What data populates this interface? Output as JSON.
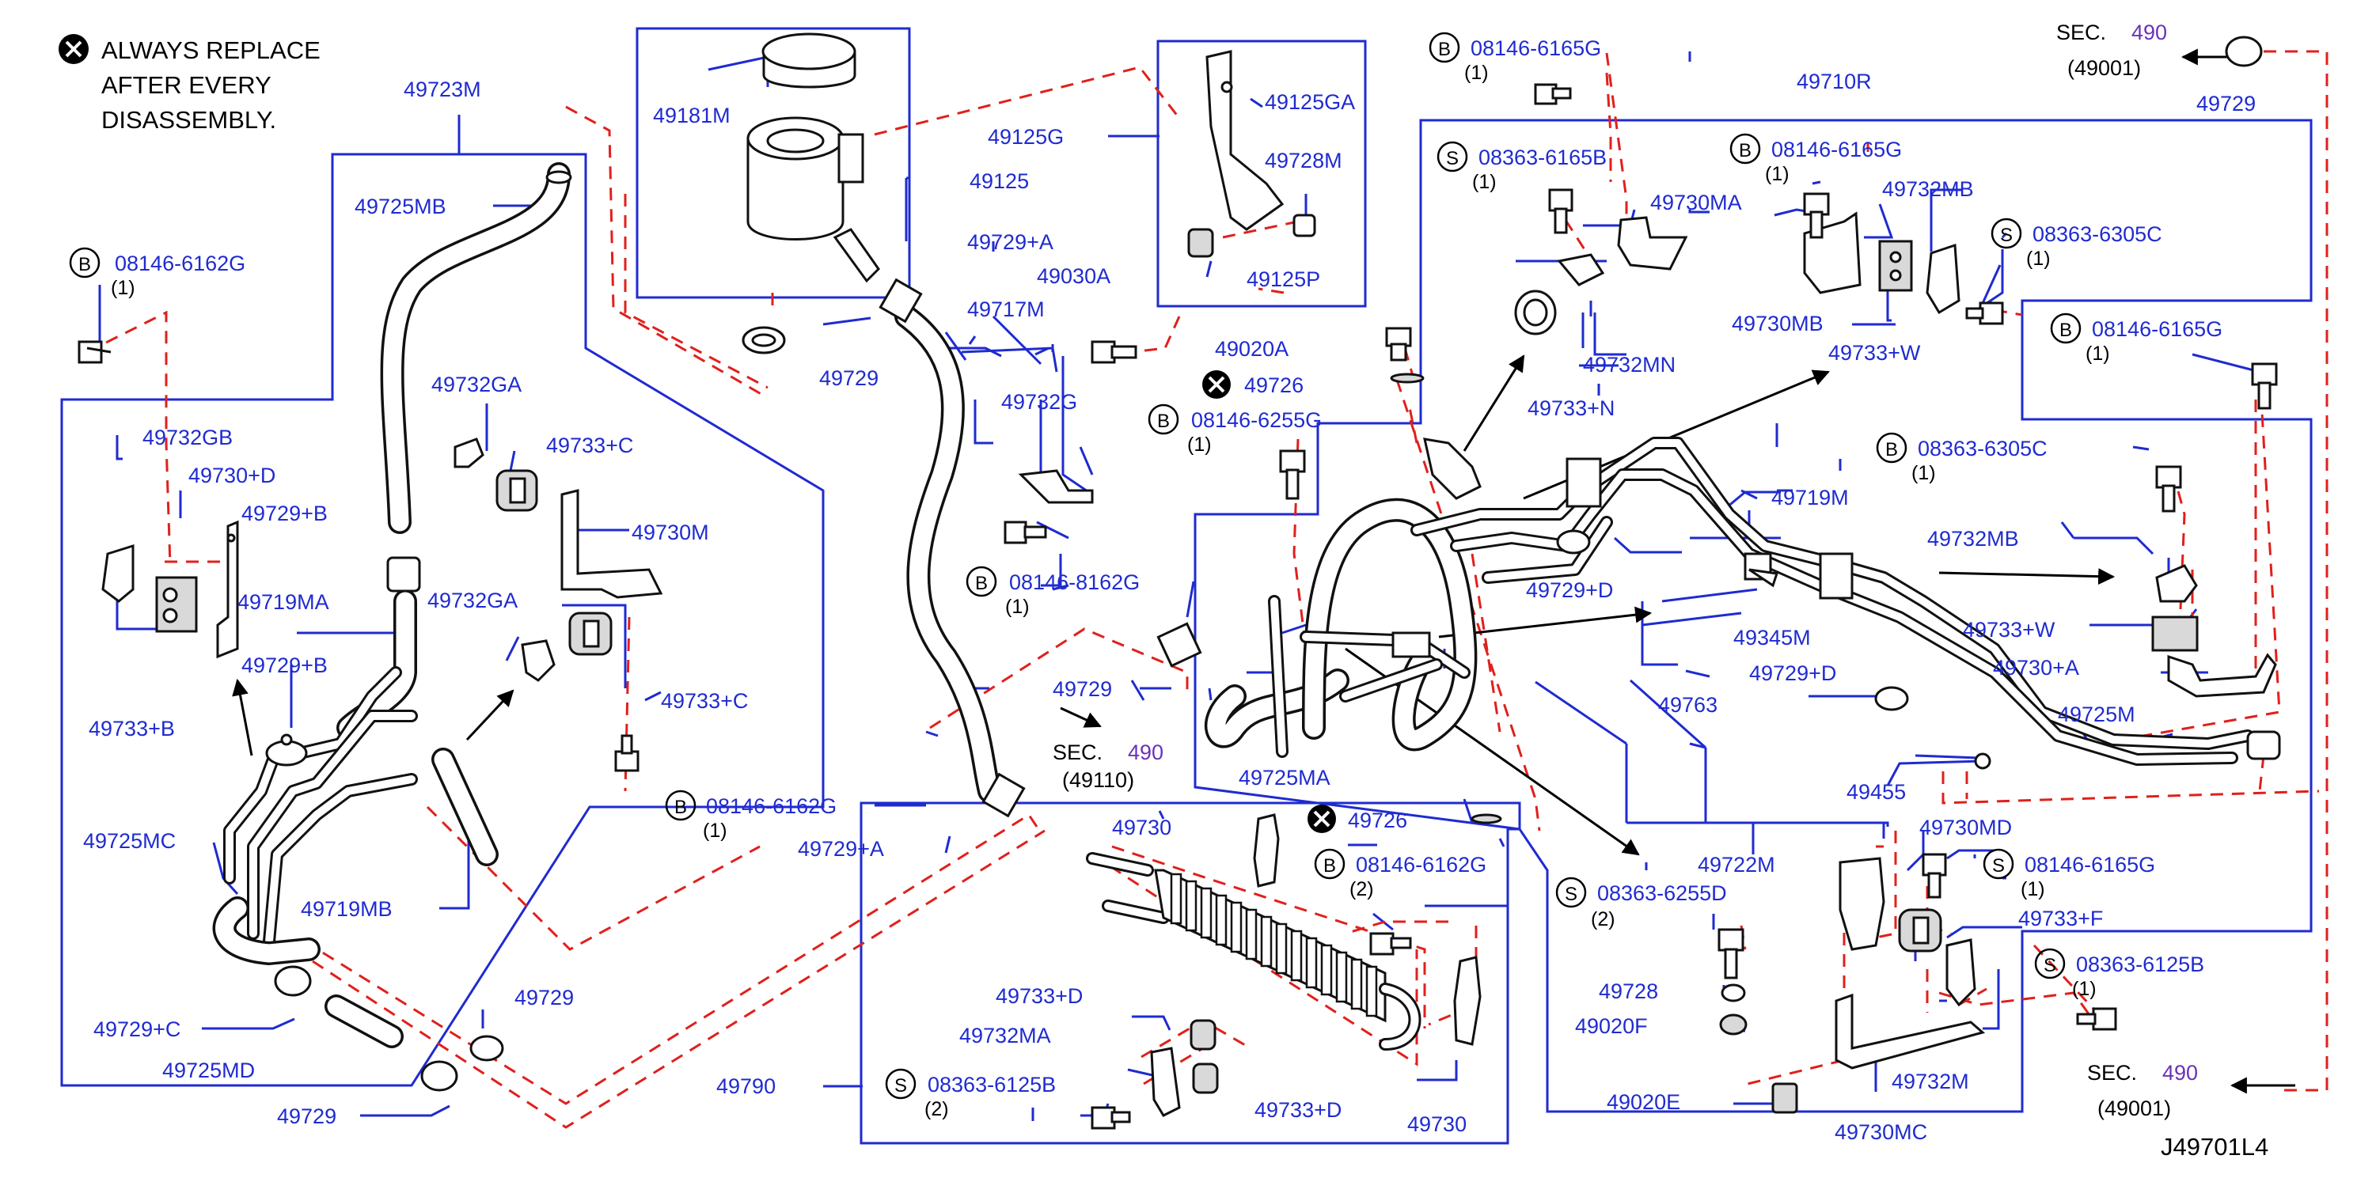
{
  "note": {
    "line1": "ALWAYS  REPLACE",
    "line2": "AFTER  EVERY",
    "line3": "DISASSEMBLY."
  },
  "diagram_code": "J49701L4",
  "qty": {
    "one": "(1)",
    "two": "(2)"
  },
  "prefix": {
    "bolt": "B",
    "screw": "S"
  },
  "sec": {
    "word": "SEC.",
    "num": "490",
    "code1": "(49001)",
    "code2": "(49110)"
  },
  "parts": {
    "p49723M": "49723M",
    "p49725MB": "49725MB",
    "p08146_6162G": "08146-6162G",
    "p49732GB": "49732GB",
    "p49730D": "49730+D",
    "p49729B": "49729+B",
    "p49719MA": "49719MA",
    "p49733B": "49733+B",
    "p49725MC": "49725MC",
    "p49729C": "49729+C",
    "p49725MD": "49725MD",
    "p49729": "49729",
    "p49732GA": "49732GA",
    "p49733C": "49733+C",
    "p49730M": "49730M",
    "p49719MB": "49719MB",
    "p49181M": "49181M",
    "p49125": "49125",
    "p49125G": "49125G",
    "p49125GA": "49125GA",
    "p49728M": "49728M",
    "p49125P": "49125P",
    "p49729A": "49729+A",
    "p49717M": "49717M",
    "p49030A": "49030A",
    "p49732G": "49732G",
    "p08146_8162G": "08146-8162G",
    "p49020A": "49020A",
    "p49726": "49726",
    "p08146_6255G": "08146-6255G",
    "p08146_6165G": "08146-6165G",
    "p08363_6165B": "08363-6165B",
    "p49730MA": "49730MA",
    "p49732MN": "49732MN",
    "p49733N": "49733+N",
    "p49710R": "49710R",
    "p49732MB": "49732MB",
    "p08363_6305C": "08363-6305C",
    "p49730MB": "49730MB",
    "p49733W": "49733+W",
    "p49719M": "49719M",
    "p49729D": "49729+D",
    "p49345M": "49345M",
    "p49763": "49763",
    "p49730A": "49730+A",
    "p49725M": "49725M",
    "p49455": "49455",
    "p49722M": "49722M",
    "p49725MA": "49725MA",
    "p49730": "49730",
    "p49733D": "49733+D",
    "p49732MA": "49732MA",
    "p08363_6125B": "08363-6125B",
    "p49790": "49790",
    "p08363_6255D": "08363-6255D",
    "p49728": "49728",
    "p49020F": "49020F",
    "p49020E": "49020E",
    "p49730MD": "49730MD",
    "p08146_6165G_b": "08146-6165G",
    "p49733F": "49733+F",
    "p49732M": "49732M",
    "p49730MC": "49730MC"
  },
  "colors": {
    "label": "#1f2bd0",
    "leader": "#1f2bd0",
    "dashed": "#e0201c",
    "sec_num": "#6a33b8",
    "ink": "#111111"
  }
}
